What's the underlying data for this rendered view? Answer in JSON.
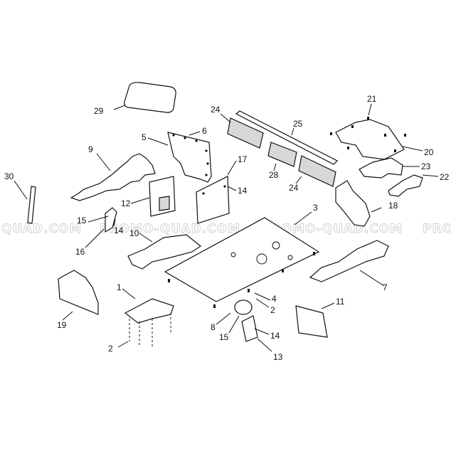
{
  "watermark": {
    "text_left": "QUAD.COM",
    "text_mid": "PROMO-QUAD.COM",
    "text_mid2": "PROMO-QUAD.COM",
    "text_right": "PRO"
  },
  "callouts": {
    "n1": "1",
    "n2a": "2",
    "n2b": "2",
    "n3": "3",
    "n4": "4",
    "n5": "5",
    "n6": "6",
    "n7": "7",
    "n8": "8",
    "n9": "9",
    "n10": "10",
    "n11": "11",
    "n12": "12",
    "n13": "13",
    "n14a": "14",
    "n14b": "14",
    "n14c": "14",
    "n15a": "15",
    "n15b": "15",
    "n16": "16",
    "n17": "17",
    "n18": "18",
    "n19": "19",
    "n20": "20",
    "n21": "21",
    "n22": "22",
    "n23": "23",
    "n24a": "24",
    "n24b": "24",
    "n25": "25",
    "n28": "28",
    "n29": "29",
    "n30": "30"
  }
}
